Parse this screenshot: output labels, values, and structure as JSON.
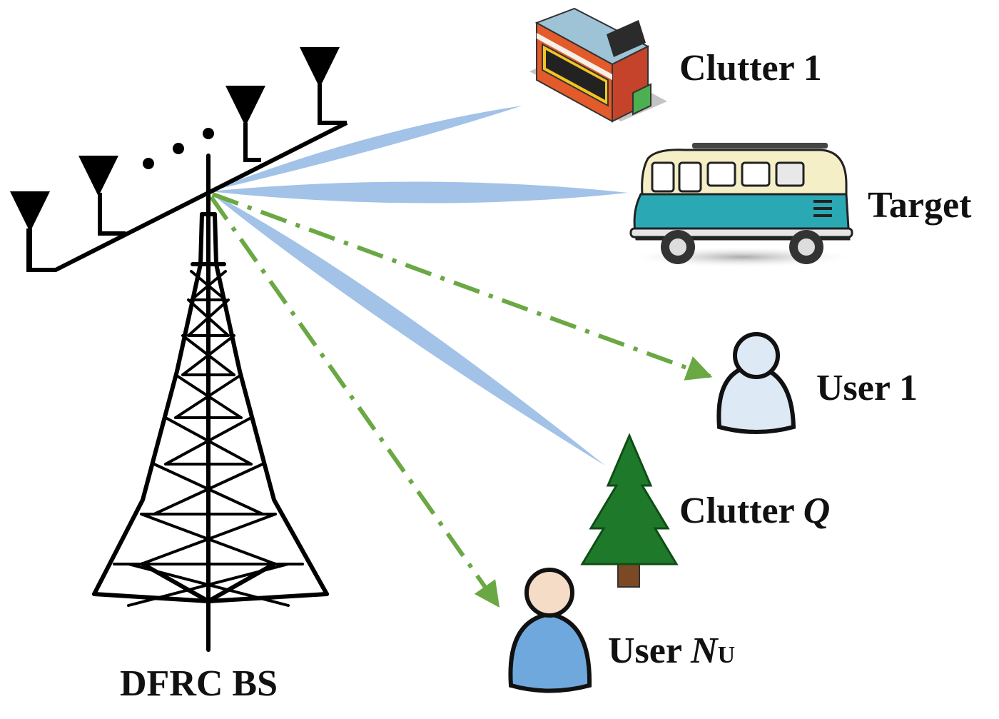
{
  "labels": {
    "clutter_1": "Clutter 1",
    "target": "Target",
    "user_1": "User 1",
    "clutter_q_prefix": "Clutter ",
    "clutter_q_var": "Q",
    "user_nu_prefix": "User ",
    "user_nu_var": "N",
    "user_nu_sub": "U",
    "base_station": "DFRC BS"
  },
  "colors": {
    "beam": "#9dbfe6",
    "comm_link": "#6aa843",
    "tower": "#000000",
    "van_body": "#2aa9b5",
    "van_top": "#f4efc6",
    "building_wall": "#d8502a",
    "tree": "#1e7a2a",
    "user_fill": "#dde9f5",
    "user_nu_shirt": "#6fa8dc",
    "user_nu_face": "#f5dcc6"
  }
}
